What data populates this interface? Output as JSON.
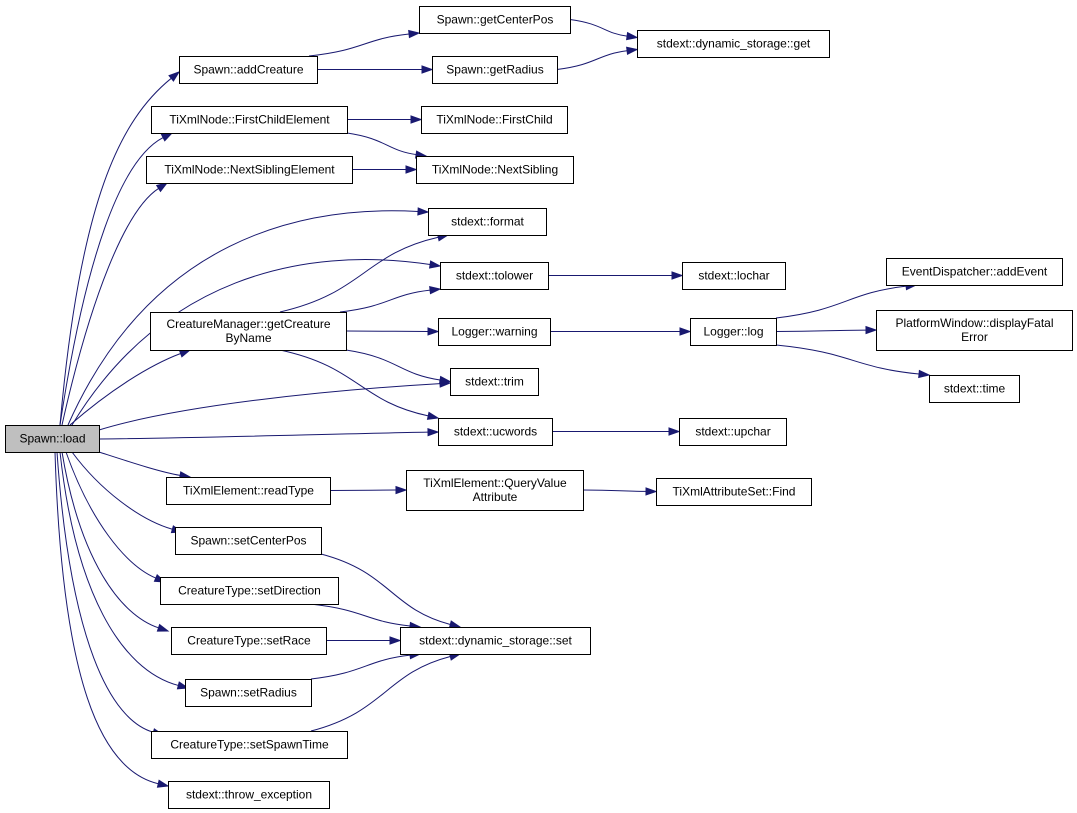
{
  "diagram": {
    "nodes": [
      {
        "id": "load",
        "lines": [
          "Spawn::load"
        ],
        "root": true
      },
      {
        "id": "addCreature",
        "lines": [
          "Spawn::addCreature"
        ]
      },
      {
        "id": "getCenterPos",
        "lines": [
          "Spawn::getCenterPos"
        ]
      },
      {
        "id": "getRadius",
        "lines": [
          "Spawn::getRadius"
        ]
      },
      {
        "id": "dsget",
        "lines": [
          "stdext::dynamic_storage::get"
        ]
      },
      {
        "id": "firstChildElement",
        "lines": [
          "TiXmlNode::FirstChildElement"
        ]
      },
      {
        "id": "firstChild",
        "lines": [
          "TiXmlNode::FirstChild"
        ]
      },
      {
        "id": "nextSiblingElement",
        "lines": [
          "TiXmlNode::NextSiblingElement"
        ]
      },
      {
        "id": "nextSibling",
        "lines": [
          "TiXmlNode::NextSibling"
        ]
      },
      {
        "id": "format",
        "lines": [
          "stdext::format"
        ]
      },
      {
        "id": "tolower",
        "lines": [
          "stdext::tolower"
        ]
      },
      {
        "id": "lochar",
        "lines": [
          "stdext::lochar"
        ]
      },
      {
        "id": "getCreatureByName",
        "lines": [
          "CreatureManager::getCreature",
          "ByName"
        ]
      },
      {
        "id": "warning",
        "lines": [
          "Logger::warning"
        ]
      },
      {
        "id": "log",
        "lines": [
          "Logger::log"
        ]
      },
      {
        "id": "addEvent",
        "lines": [
          "EventDispatcher::addEvent"
        ]
      },
      {
        "id": "displayFatalError",
        "lines": [
          "PlatformWindow::displayFatal",
          "Error"
        ]
      },
      {
        "id": "time",
        "lines": [
          "stdext::time"
        ]
      },
      {
        "id": "trim",
        "lines": [
          "stdext::trim"
        ]
      },
      {
        "id": "ucwords",
        "lines": [
          "stdext::ucwords"
        ]
      },
      {
        "id": "upchar",
        "lines": [
          "stdext::upchar"
        ]
      },
      {
        "id": "readType",
        "lines": [
          "TiXmlElement::readType"
        ]
      },
      {
        "id": "queryValueAttribute",
        "lines": [
          "TiXmlElement::QueryValue",
          "Attribute"
        ]
      },
      {
        "id": "find",
        "lines": [
          "TiXmlAttributeSet::Find"
        ]
      },
      {
        "id": "setCenterPos",
        "lines": [
          "Spawn::setCenterPos"
        ]
      },
      {
        "id": "setDirection",
        "lines": [
          "CreatureType::setDirection"
        ]
      },
      {
        "id": "setRace",
        "lines": [
          "CreatureType::setRace"
        ]
      },
      {
        "id": "dsset",
        "lines": [
          "stdext::dynamic_storage::set"
        ]
      },
      {
        "id": "setRadius",
        "lines": [
          "Spawn::setRadius"
        ]
      },
      {
        "id": "setSpawnTime",
        "lines": [
          "CreatureType::setSpawnTime"
        ]
      },
      {
        "id": "throwException",
        "lines": [
          "stdext::throw_exception"
        ]
      }
    ],
    "edges": [
      [
        "load",
        "addCreature"
      ],
      [
        "load",
        "firstChildElement"
      ],
      [
        "load",
        "nextSiblingElement"
      ],
      [
        "load",
        "format"
      ],
      [
        "load",
        "tolower"
      ],
      [
        "load",
        "getCreatureByName"
      ],
      [
        "load",
        "trim"
      ],
      [
        "load",
        "ucwords"
      ],
      [
        "load",
        "readType"
      ],
      [
        "load",
        "setCenterPos"
      ],
      [
        "load",
        "setDirection"
      ],
      [
        "load",
        "setRace"
      ],
      [
        "load",
        "setRadius"
      ],
      [
        "load",
        "setSpawnTime"
      ],
      [
        "load",
        "throwException"
      ],
      [
        "addCreature",
        "getCenterPos"
      ],
      [
        "addCreature",
        "getRadius"
      ],
      [
        "getCenterPos",
        "dsget"
      ],
      [
        "getRadius",
        "dsget"
      ],
      [
        "firstChildElement",
        "firstChild"
      ],
      [
        "firstChildElement",
        "nextSibling"
      ],
      [
        "nextSiblingElement",
        "nextSibling"
      ],
      [
        "getCreatureByName",
        "format"
      ],
      [
        "getCreatureByName",
        "tolower"
      ],
      [
        "getCreatureByName",
        "warning"
      ],
      [
        "getCreatureByName",
        "trim"
      ],
      [
        "getCreatureByName",
        "ucwords"
      ],
      [
        "tolower",
        "lochar"
      ],
      [
        "warning",
        "log"
      ],
      [
        "log",
        "addEvent"
      ],
      [
        "log",
        "displayFatalError"
      ],
      [
        "log",
        "time"
      ],
      [
        "ucwords",
        "upchar"
      ],
      [
        "readType",
        "queryValueAttribute"
      ],
      [
        "queryValueAttribute",
        "find"
      ],
      [
        "setCenterPos",
        "dsset"
      ],
      [
        "setDirection",
        "dsset"
      ],
      [
        "setRace",
        "dsset"
      ],
      [
        "setRadius",
        "dsset"
      ],
      [
        "setSpawnTime",
        "dsset"
      ]
    ]
  }
}
